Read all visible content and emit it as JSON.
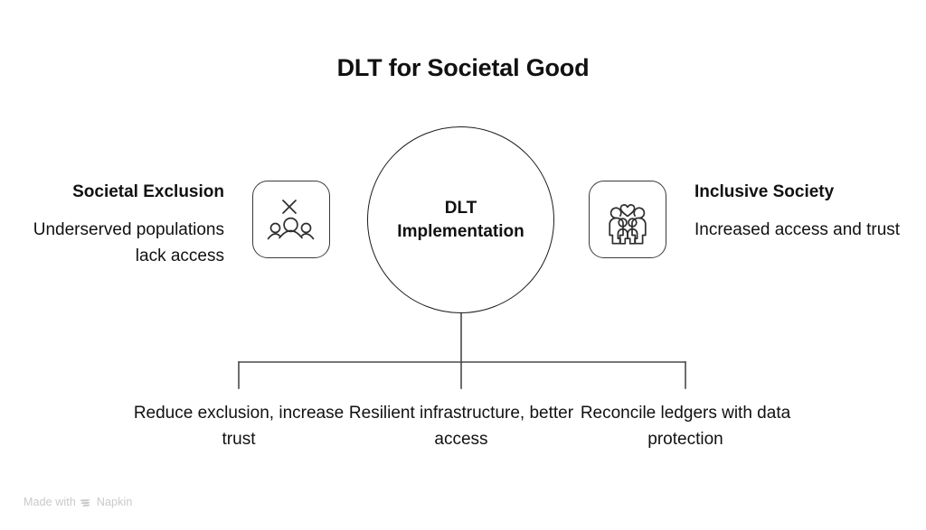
{
  "title": "DLT for Societal Good",
  "center": {
    "label": "DLT Implementation",
    "shape": "circle"
  },
  "left": {
    "heading": "Societal Exclusion",
    "body": "Underserved populations lack access",
    "icon_name": "group-with-x-icon"
  },
  "right": {
    "heading": "Inclusive Society",
    "body": "Increased access and trust",
    "icon_name": "family-with-heart-icon"
  },
  "outcomes": [
    {
      "text": "Reduce exclusion, increase trust"
    },
    {
      "text": "Resilient infrastructure, better access"
    },
    {
      "text": "Reconcile ledgers with data protection"
    }
  ],
  "watermark": {
    "prefix": "Made with",
    "brand": "Napkin"
  },
  "colors": {
    "background": "#ffffff",
    "text": "#111111",
    "stroke": "#1b1b1b",
    "icon_stroke": "#3a3a3a",
    "connector": "#4a4a4a",
    "watermark": "#c9c9c9"
  }
}
